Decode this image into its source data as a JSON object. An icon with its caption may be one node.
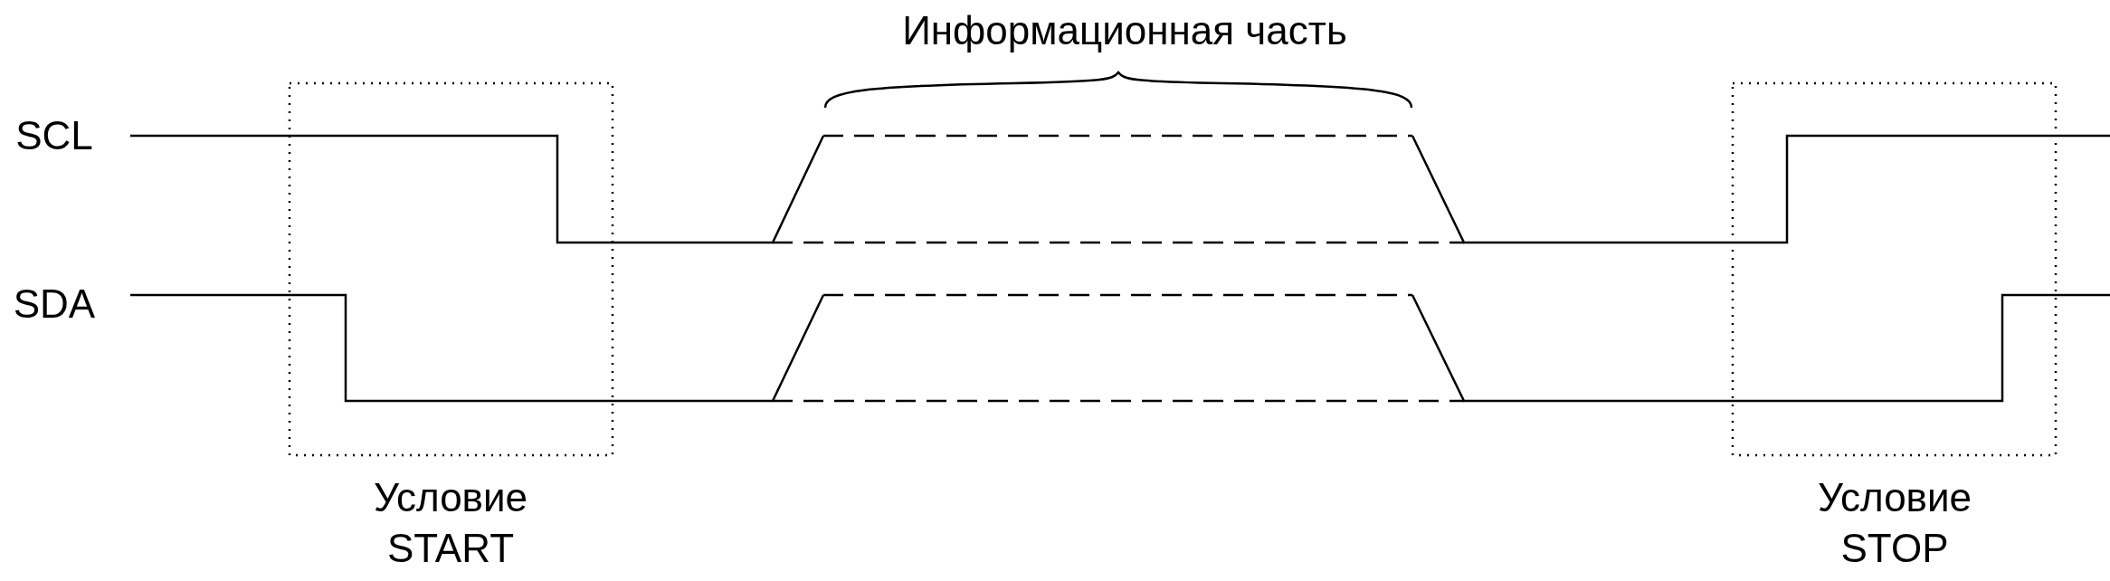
{
  "diagram": {
    "labels": [
      "Информационная часть",
      "SCL",
      "SDA",
      "Условие START",
      "Условие STOP"
    ]
  }
}
